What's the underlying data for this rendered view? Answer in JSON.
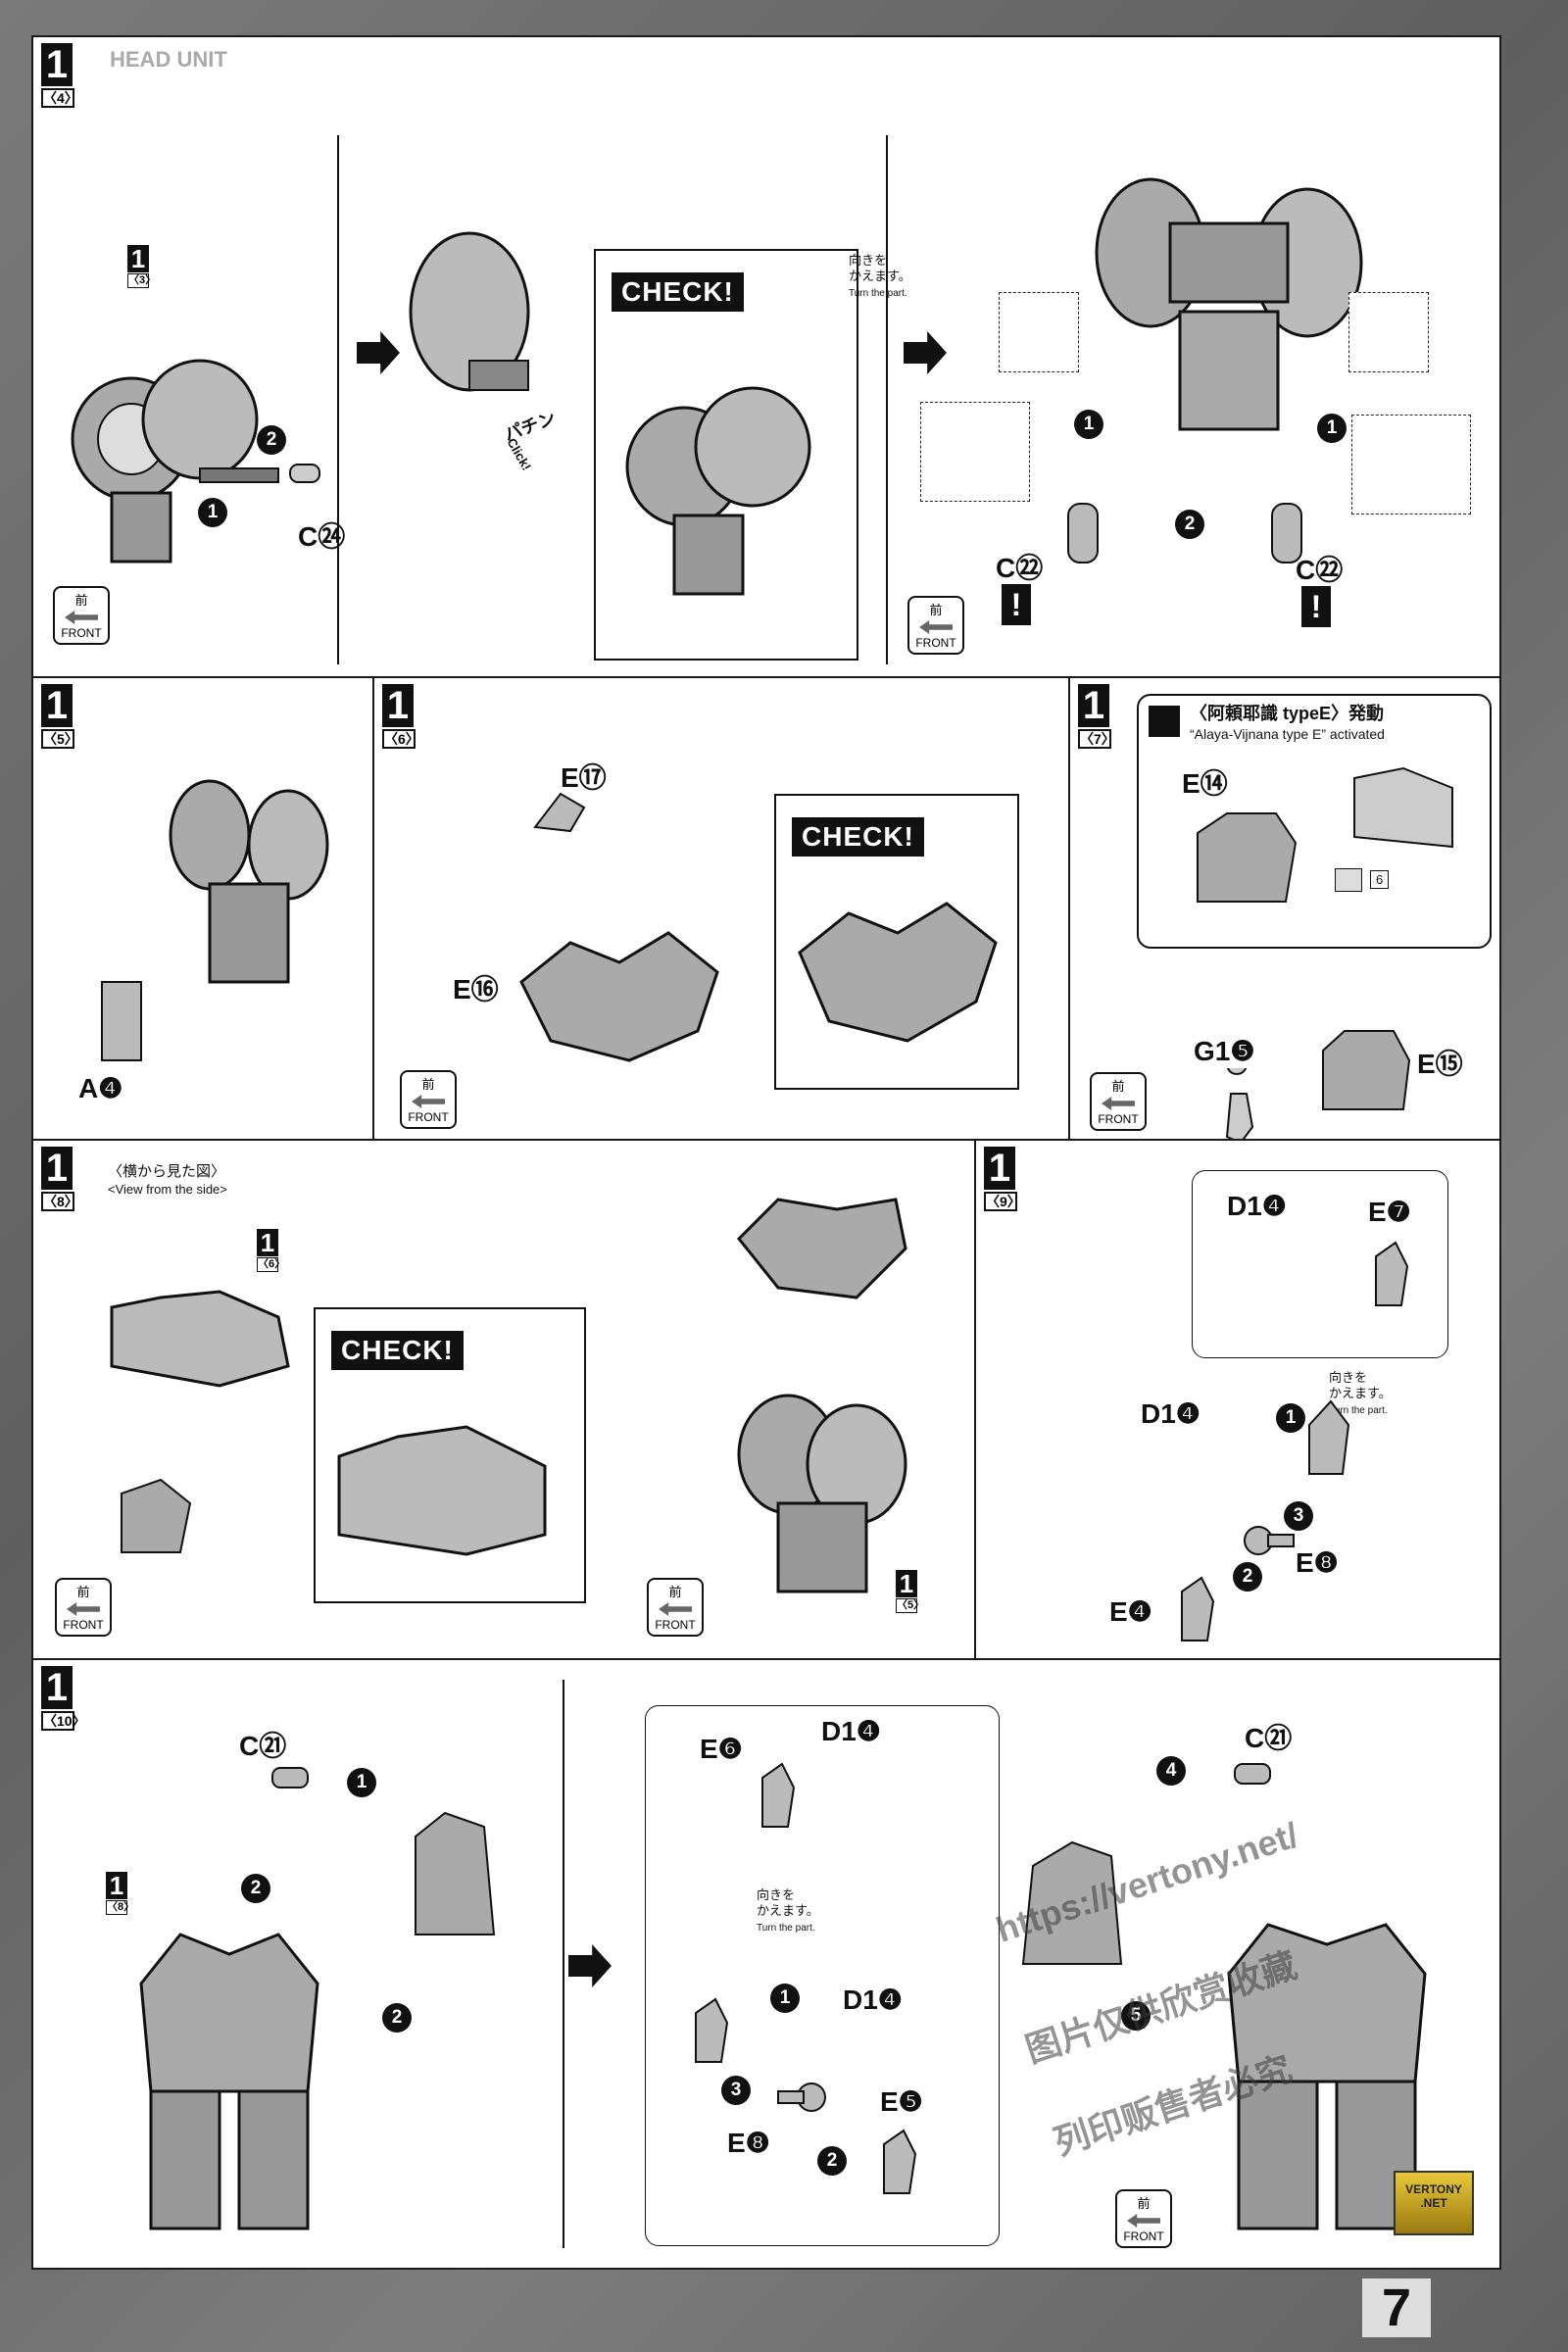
{
  "header": {
    "unit_title": "HEAD UNIT",
    "page_number": "7"
  },
  "steps": {
    "s4": {
      "num": "1",
      "sub": "〈4〉"
    },
    "s5": {
      "num": "1",
      "sub": "〈5〉"
    },
    "s6": {
      "num": "1",
      "sub": "〈6〉"
    },
    "s7": {
      "num": "1",
      "sub": "〈7〉"
    },
    "s8": {
      "num": "1",
      "sub": "〈8〉"
    },
    "s9": {
      "num": "1",
      "sub": "〈9〉"
    },
    "s10": {
      "num": "1",
      "sub": "〈10〉"
    }
  },
  "refs": {
    "r3": {
      "num": "1",
      "sub": "〈3〉"
    },
    "r6": {
      "num": "1",
      "sub": "〈6〉"
    },
    "r5": {
      "num": "1",
      "sub": "〈5〉"
    },
    "r8": {
      "num": "1",
      "sub": "〈8〉"
    }
  },
  "common": {
    "check": "CHECK!",
    "front_jp": "前",
    "front_en": "FRONT",
    "turn_jp1": "向きを",
    "turn_jp2": "かえます。",
    "turn_en": "Turn the part.",
    "click_jp": "パチン",
    "click_en": "Click!",
    "warn": "!"
  },
  "step4": {
    "part_c24": "C㉔",
    "part_c22a": "C㉒",
    "part_c22b": "C㉒"
  },
  "step5": {
    "part_a4": "A❹"
  },
  "step6": {
    "part_e17": "E⑰",
    "part_e16": "E⑯"
  },
  "step7": {
    "title": "〈阿頼耶識 typeE〉発動",
    "subtitle": "“Alaya-Vijnana type E” activated",
    "part_e14": "E⑭",
    "sticker": "6",
    "part_g15": "G1❺",
    "part_e15": "E⑮"
  },
  "step8": {
    "view_jp": "〈横から見た図〉",
    "view_en": "<View from the side>"
  },
  "step9": {
    "part_d14a": "D1❹",
    "part_e7": "E❼",
    "part_d14b": "D1❹",
    "part_e8": "E❽",
    "part_e4": "E❹"
  },
  "step10": {
    "part_c21a": "C㉑",
    "part_e6": "E❻",
    "part_d14a": "D1❹",
    "part_d14b": "D1❹",
    "part_e8": "E❽",
    "part_e5": "E❺",
    "part_c21b": "C㉑"
  },
  "watermark": {
    "line1": "https://vertony.net/",
    "line2": "图片仅供欣赏收藏",
    "line3": "列印贩售者必究"
  },
  "logo": {
    "line1": "VERTONY",
    "line2": ".NET"
  },
  "step_numbers": [
    "1",
    "2",
    "3",
    "4",
    "5"
  ]
}
